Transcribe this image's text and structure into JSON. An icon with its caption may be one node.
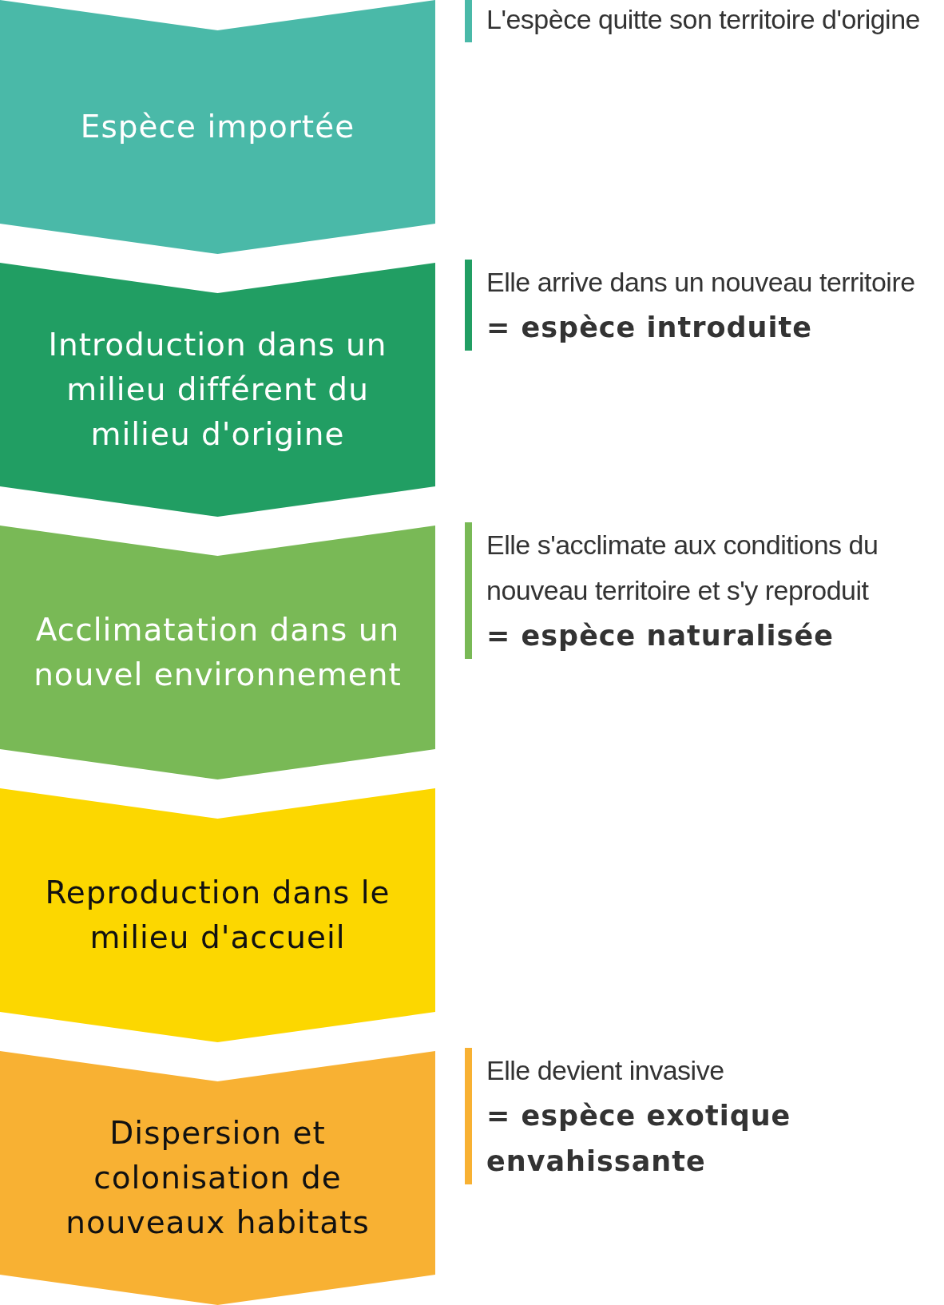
{
  "diagram": {
    "nodes": [
      {
        "text": [
          "Espèce importée"
        ],
        "beside": [
          "L'espèce quitte son territoire d'origine"
        ]
      },
      {
        "text": [
          "Introduction dans un milieu différent du milieu d'origine"
        ],
        "beside": [
          "Elle arrive dans un nouveau territoire",
          "= espèce introduite"
        ]
      },
      {
        "text": [
          "Acclimatation dans un nouvel environnement"
        ],
        "beside": [
          "Elle s'acclimate aux conditions du nouveau territoire et s'y reproduit",
          "= espèce naturalisée"
        ]
      },
      {
        "text": [
          "Reproduction dans le milieu d'accueil"
        ]
      },
      {
        "text": [
          "Dispersion et colonisation de nouveaux habitats"
        ],
        "beside": [
          "Elle devient invasive",
          "= espèce exotique envahissante"
        ]
      }
    ]
  }
}
